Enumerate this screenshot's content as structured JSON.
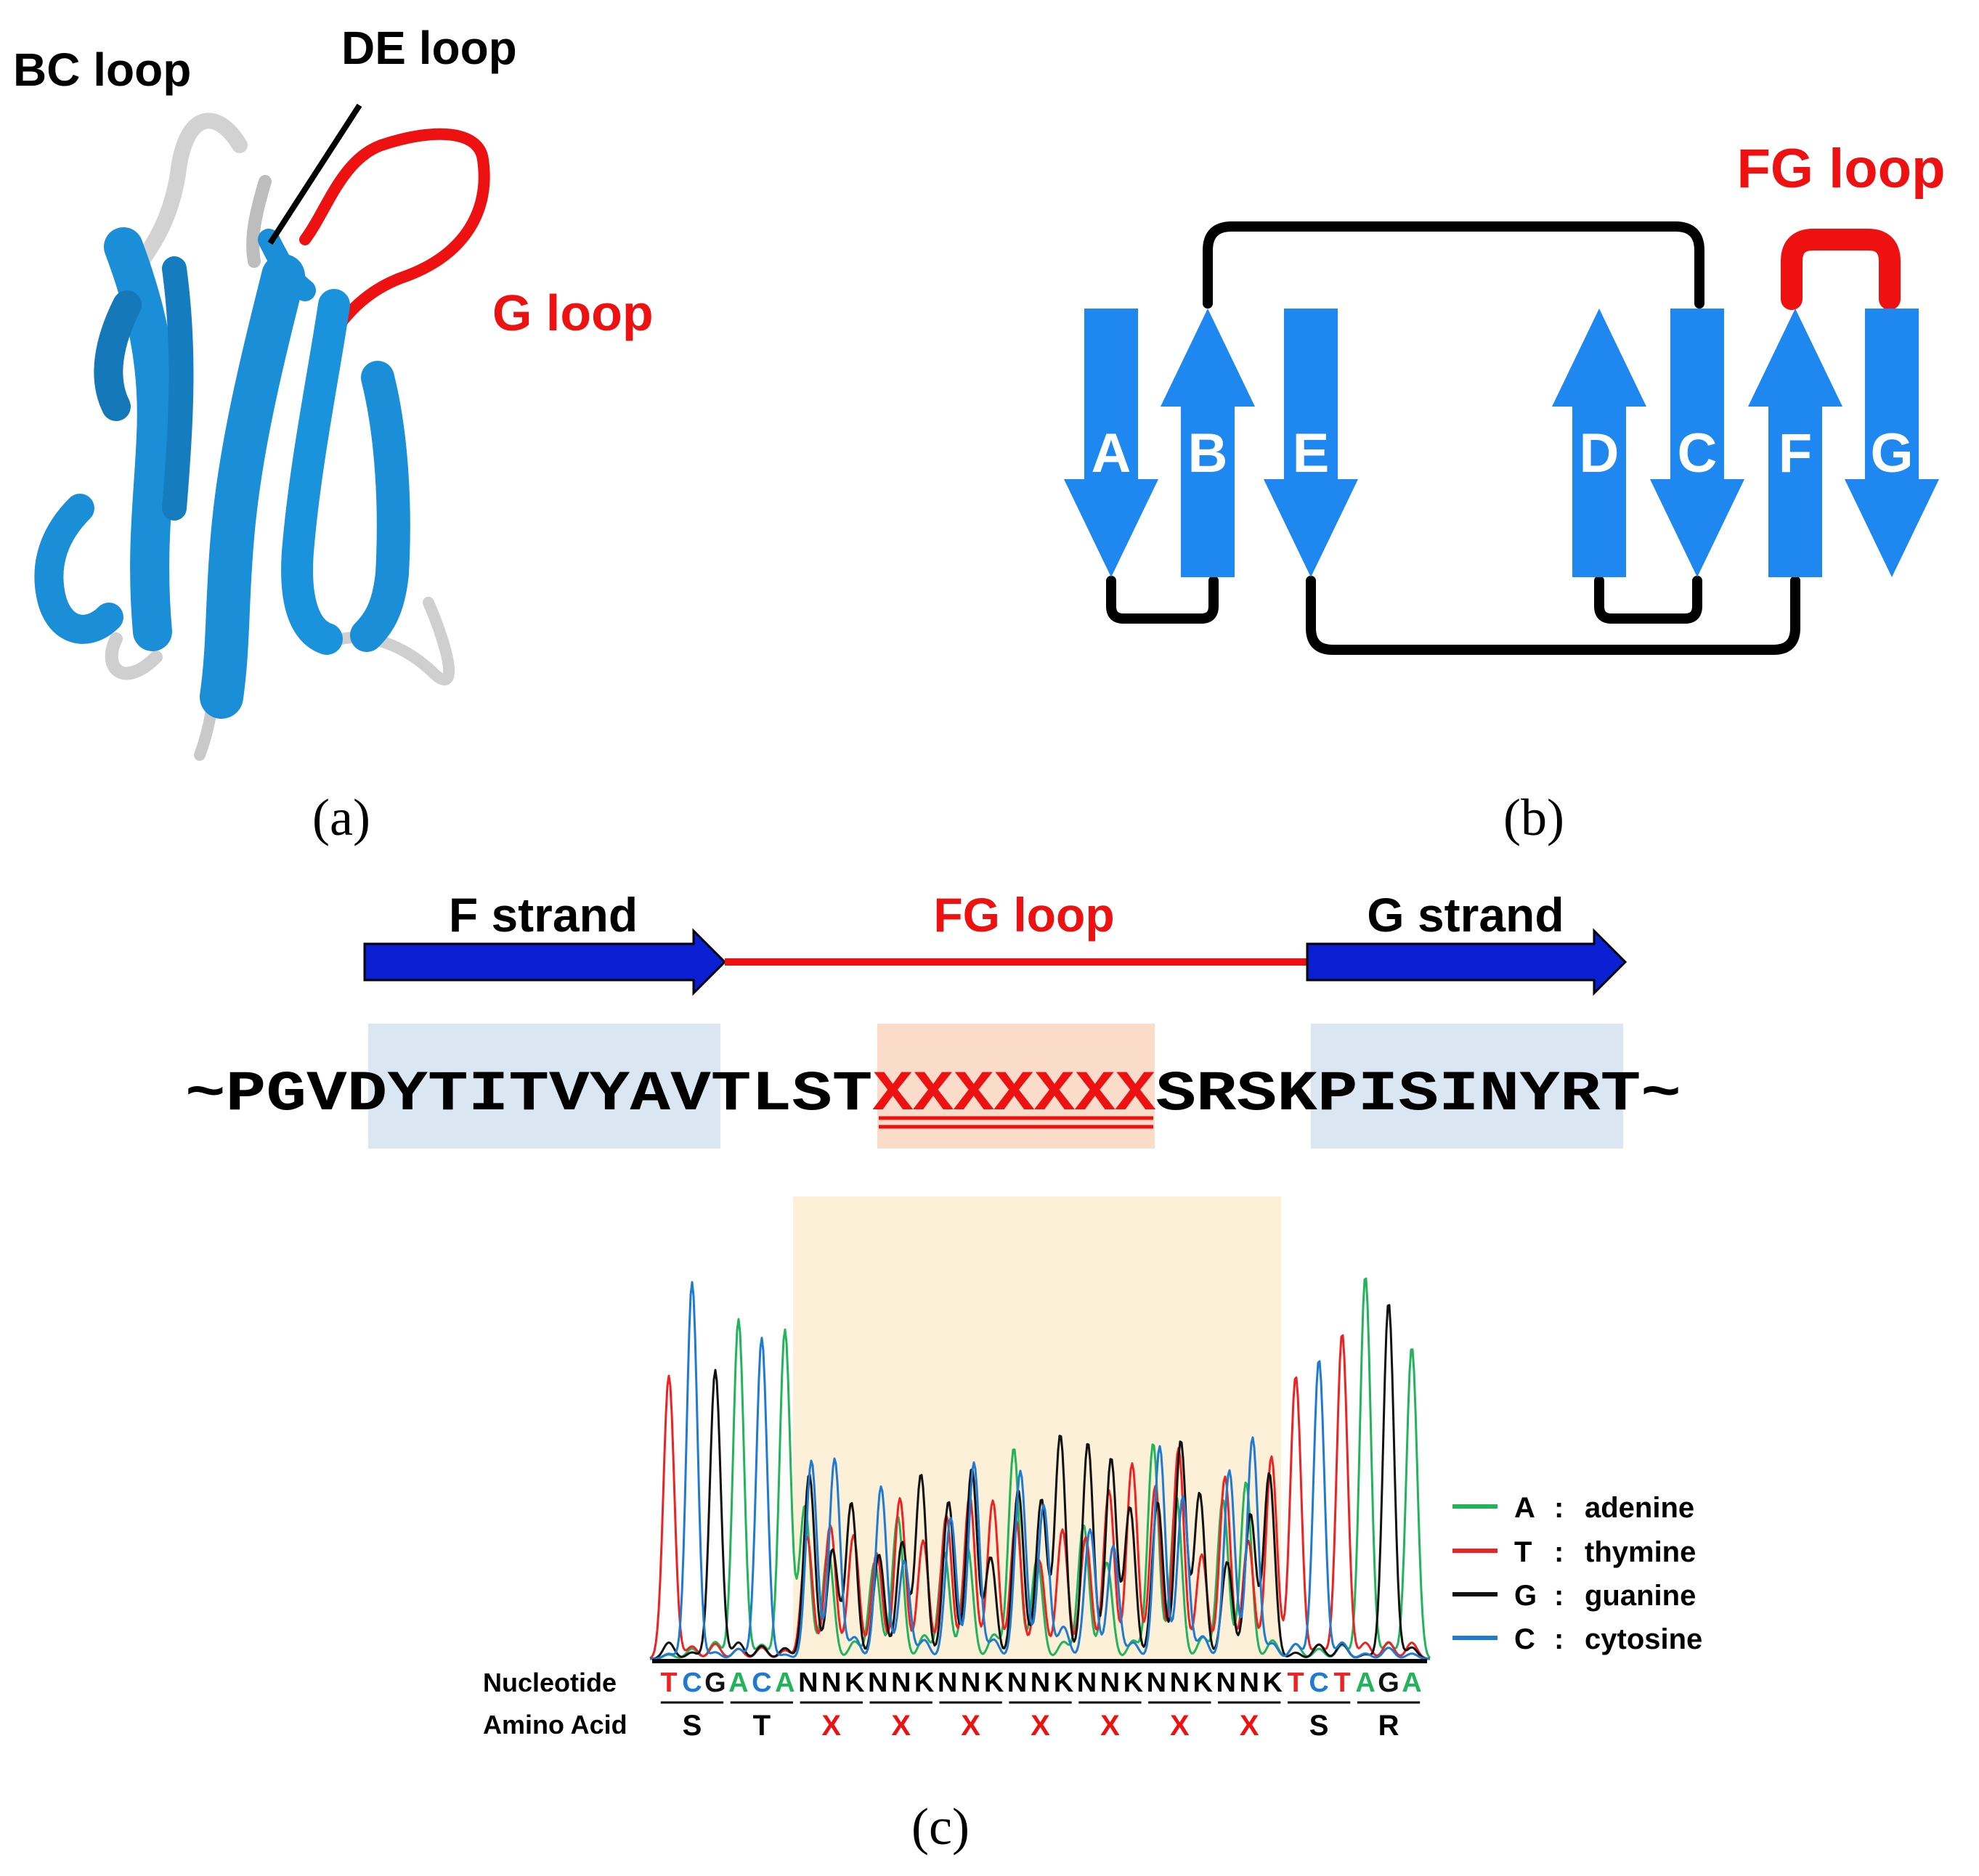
{
  "colors": {
    "strand_blue": "#1e88f0",
    "ribbon_blue": "#1a8ed6",
    "coil_grey": "#c8c8c8",
    "loop_red": "#ee1111",
    "dark_blue": "#0a1ed2",
    "highlight_blue": "#dbe6f3",
    "highlight_red": "#fbdccb",
    "highlight_yellow": "#fdf0d8",
    "trace_A": "#22b45a",
    "trace_T": "#ee2222",
    "trace_G": "#111111",
    "trace_C": "#1e7ad2"
  },
  "panel_a": {
    "caption": "(a)",
    "labels": {
      "bc_loop": "BC loop",
      "de_loop": "DE loop",
      "g_loop": "G loop"
    }
  },
  "panel_b": {
    "caption": "(b)",
    "fg_loop_label": "FG loop",
    "strands": [
      {
        "letter": "A",
        "direction": "down"
      },
      {
        "letter": "B",
        "direction": "up"
      },
      {
        "letter": "E",
        "direction": "down"
      },
      {
        "letter": "D",
        "direction": "up"
      },
      {
        "letter": "C",
        "direction": "down"
      },
      {
        "letter": "F",
        "direction": "up"
      },
      {
        "letter": "G",
        "direction": "down"
      }
    ]
  },
  "panel_c": {
    "caption": "(c)",
    "f_strand_label": "F strand",
    "fg_loop_label": "FG loop",
    "g_strand_label": "G strand",
    "sequence": {
      "prefix": "~PGV",
      "f_strand": "DYTITVYAV",
      "mid": "TLST",
      "loop": "XXXXXXX",
      "post": "SRSK",
      "g_strand": "PISINYRT",
      "suffix": "~"
    },
    "nucleotide_label": "Nucleotide",
    "amino_acid_label": "Amino Acid",
    "nucleotides": [
      "T",
      "C",
      "G",
      "A",
      "C",
      "A",
      "N",
      "N",
      "K",
      "N",
      "N",
      "K",
      "N",
      "N",
      "K",
      "N",
      "N",
      "K",
      "N",
      "N",
      "K",
      "N",
      "N",
      "K",
      "N",
      "N",
      "K",
      "T",
      "C",
      "T",
      "A",
      "G",
      "A"
    ],
    "amino_acids": [
      "S",
      "T",
      "X",
      "X",
      "X",
      "X",
      "X",
      "X",
      "X",
      "S",
      "R"
    ],
    "legend": [
      {
        "base": "A",
        "sep": ":",
        "name": "adenine"
      },
      {
        "base": "T",
        "sep": ":",
        "name": "thymine"
      },
      {
        "base": "G",
        "sep": ":",
        "name": "guanine"
      },
      {
        "base": "C",
        "sep": ":",
        "name": "cytosine"
      }
    ]
  }
}
